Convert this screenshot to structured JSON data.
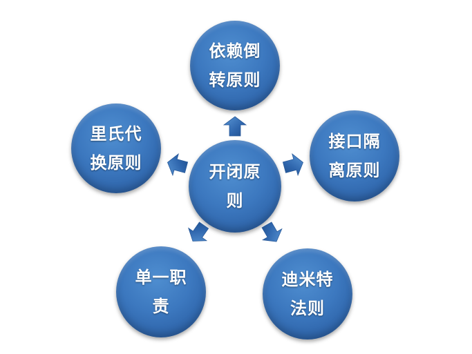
{
  "diagram": {
    "type": "hub-and-spoke",
    "center": {
      "line1": "开闭原",
      "line2": "则"
    },
    "nodes": {
      "top": {
        "line1": "依赖倒",
        "line2": "转原则"
      },
      "left": {
        "line1": "里氏代",
        "line2": "换原则"
      },
      "right": {
        "line1": "接口隔",
        "line2": "离原则"
      },
      "bottom_left": {
        "line1": "单一职",
        "line2": "责"
      },
      "bottom_right": {
        "line1": "迪米特",
        "line2": "法则"
      }
    },
    "colors": {
      "node_fill": "#3c78bf",
      "text": "#ffffff",
      "arrow": "#3a74bb"
    }
  }
}
